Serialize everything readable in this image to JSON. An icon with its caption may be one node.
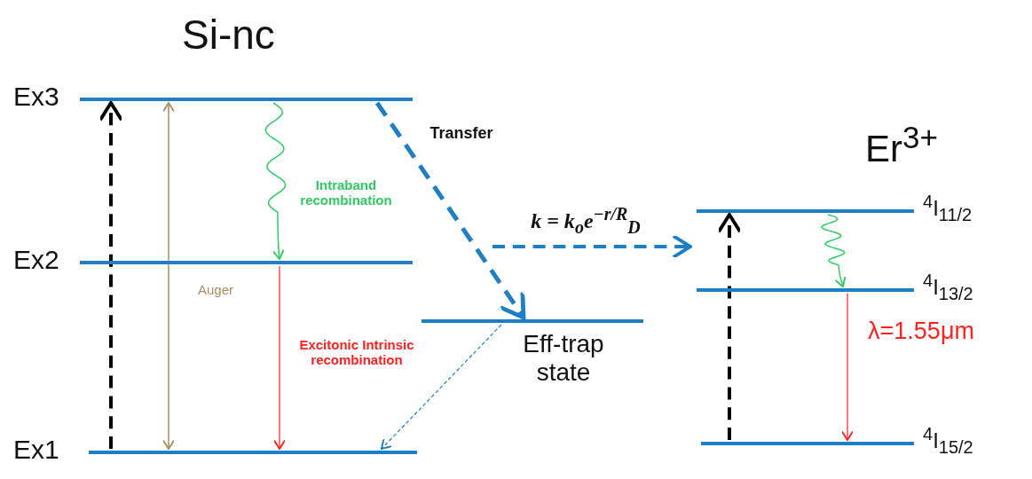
{
  "diagram": {
    "nodes": [
      {
        "text": [],
        "shape": "bar",
        "beside": [
          "Ex3"
        ]
      },
      {
        "text": [],
        "shape": "bar",
        "beside": [
          "Ex2"
        ]
      },
      {
        "text": [],
        "shape": "bar",
        "beside": [
          "Ex1"
        ]
      },
      {
        "text": [],
        "shape": "bar",
        "beside": [
          "Eff-trap state"
        ]
      },
      {
        "text": [],
        "shape": "bar",
        "beside": [
          "$^{4}$I$_{11/2}$"
        ]
      },
      {
        "text": [],
        "shape": "bar",
        "beside": [
          "$^{4}$I$_{13/2}$"
        ]
      },
      {
        "text": [],
        "shape": "bar",
        "beside": [
          "$^{4}$I$_{15/2}$"
        ]
      }
    ],
    "edges": [
      {
        "from": 2,
        "to": 0,
        "arrow": "to",
        "style": "dashed",
        "color": "#000000"
      },
      {
        "from": 0,
        "to": 2,
        "arrow": "both",
        "label": "Auger",
        "color": "#a89060"
      },
      {
        "from": 0,
        "to": 1,
        "arrow": "to",
        "label": "Intraband recombination",
        "color": "#2ecc60"
      },
      {
        "from": 1,
        "to": 2,
        "arrow": "to",
        "label": "Excitonic Intrinsic recombination",
        "color": "#ff2020"
      },
      {
        "from": 0,
        "to": 3,
        "arrow": "to",
        "label": "Transfer",
        "style": "dashed",
        "color": "#1f7fc4"
      },
      {
        "from": 3,
        "to": 2,
        "arrow": "to",
        "style": "dashed",
        "color": "#1f7fc4"
      },
      {
        "from": null,
        "to": 4,
        "arrow": "to",
        "label": "k = k$_{o}$e$^{−r/R}$$_{D}$",
        "style": "dashed",
        "color": "#1f7fc4"
      },
      {
        "from": 6,
        "to": 4,
        "arrow": "to",
        "style": "dashed",
        "color": "#000000"
      },
      {
        "from": 4,
        "to": 5,
        "arrow": "to",
        "color": "#2ecc60"
      },
      {
        "from": 5,
        "to": 6,
        "arrow": "to",
        "label": "λ=1.55μm",
        "color": "#ff2020"
      }
    ],
    "labels": [
      "Si-nc",
      "Er$^{3+}$"
    ]
  }
}
